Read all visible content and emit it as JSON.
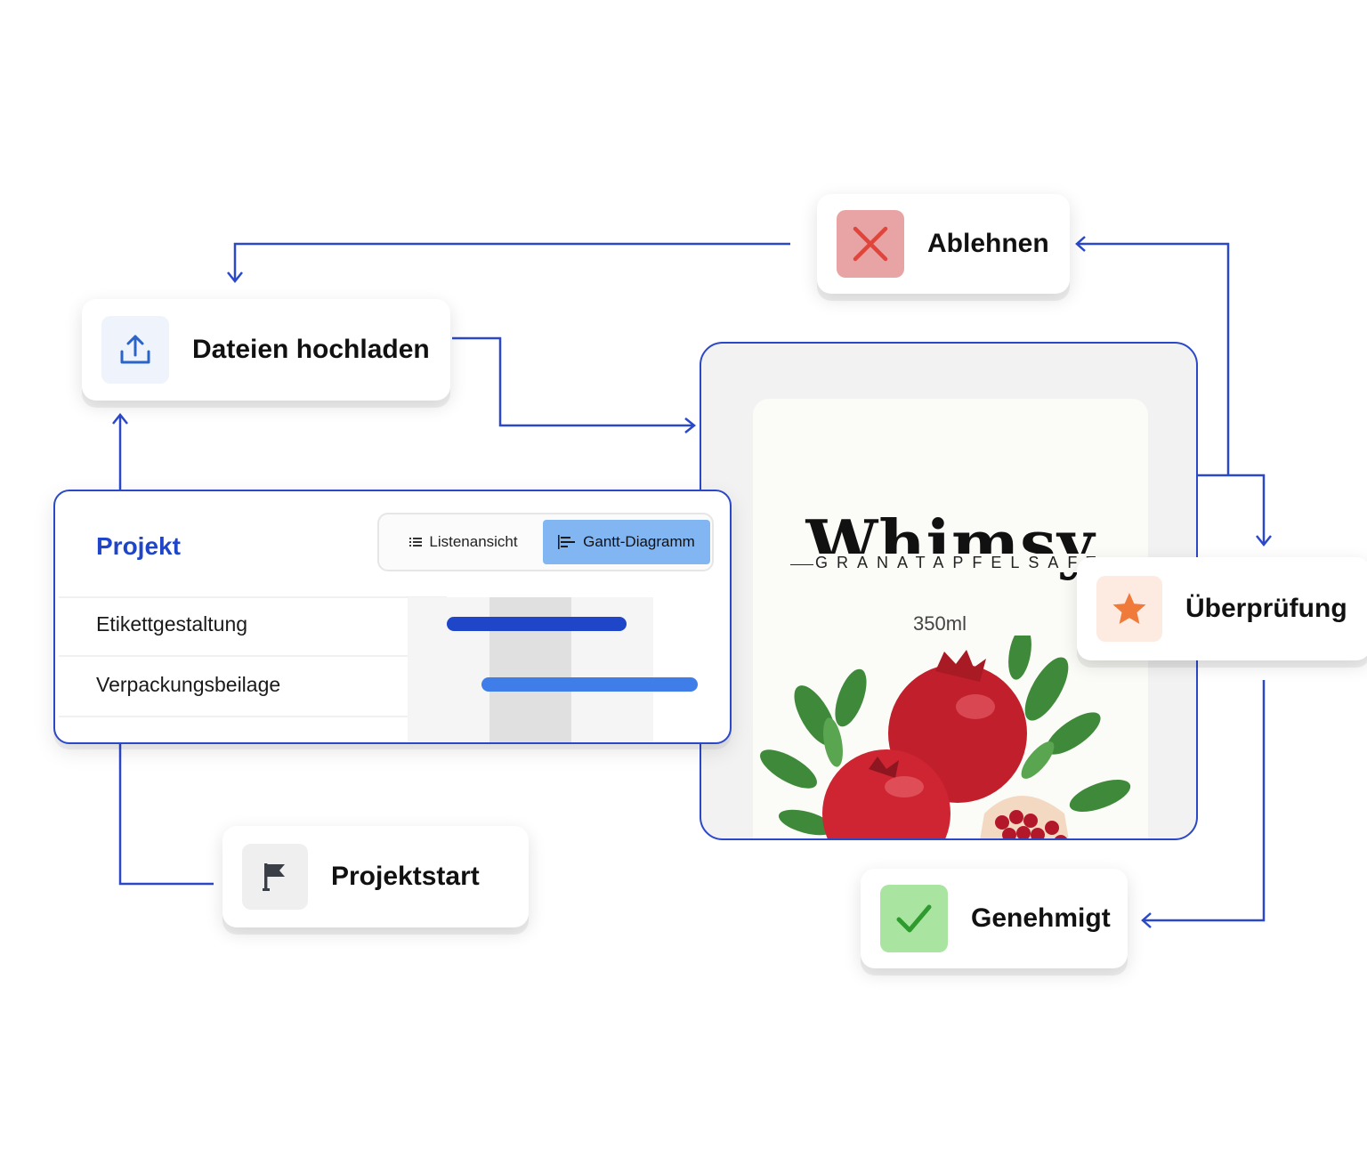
{
  "colors": {
    "connector": "#2a48c8",
    "project_title": "#1f45c9",
    "gantt_bar_1": "#1f45c9",
    "gantt_bar_2": "#3f7ee8",
    "gantt_tab_active": "#82b6f3",
    "reject_icon_bg": "#e8a4a4",
    "reject_icon": "#e0443a",
    "approved_icon_bg": "#a9e4a0",
    "approved_icon": "#2f9b2f",
    "review_icon": "#f07a3a"
  },
  "nodes": {
    "reject": {
      "label": "Ablehnen",
      "icon": "x-icon"
    },
    "upload": {
      "label": "Dateien hochladen",
      "icon": "upload-icon"
    },
    "review": {
      "label": "Überprüfung",
      "icon": "star-icon"
    },
    "start": {
      "label": "Projektstart",
      "icon": "flag-icon"
    },
    "approved": {
      "label": "Genehmigt",
      "icon": "check-icon"
    }
  },
  "project": {
    "title": "Projekt",
    "tabs": [
      {
        "label": "Listenansicht",
        "icon": "list-icon",
        "active": false
      },
      {
        "label": "Gantt-Diagramm",
        "icon": "gantt-icon",
        "active": true
      }
    ],
    "tasks": [
      {
        "name": "Etikettgestaltung",
        "start": 0.16,
        "end": 0.89
      },
      {
        "name": "Verpackungsbeilage",
        "start": 0.3,
        "end": 1.18
      }
    ]
  },
  "product_label": {
    "brand": "Whimsy",
    "product": "GRANATAPFELSAFT",
    "volume": "350ml",
    "illustration": "pomegranate-illustration"
  }
}
